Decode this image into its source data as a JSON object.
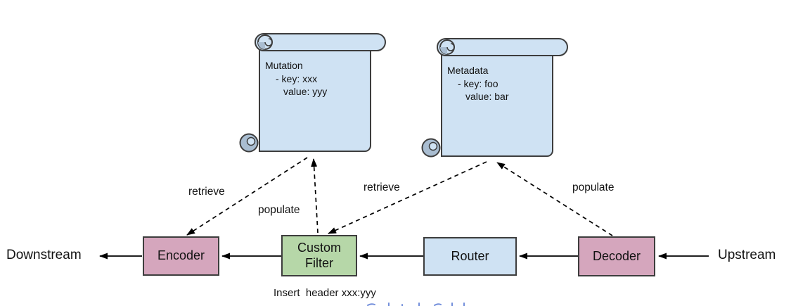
{
  "diagram": {
    "nodes": {
      "downstream": "Downstream",
      "upstream": "Upstream",
      "encoder": "Encoder",
      "custom_filter": "Custom Filter",
      "router": "Router",
      "decoder": "Decoder"
    },
    "scrolls": [
      {
        "title": "Mutation",
        "line1": "- key: xxx",
        "line2": "value: yyy"
      },
      {
        "title": "Metadata",
        "line1": "- key: foo",
        "line2": "value: bar"
      }
    ],
    "edge_labels": {
      "retrieve_left": "retrieve",
      "populate_left": "populate",
      "retrieve_right": "retrieve",
      "populate_right": "populate"
    },
    "caption": "Insert  header xxx:yyy",
    "colors": {
      "node_pink": "#d5a6bd",
      "node_green": "#b6d7a8",
      "node_blue": "#cfe2f3",
      "scroll_fill": "#cfe2f3",
      "scroll_shade": "#a9bdd1",
      "border": "#3d3d3d",
      "line": "#000000",
      "cropped_fragment_blue": "#5b7bd5"
    }
  }
}
